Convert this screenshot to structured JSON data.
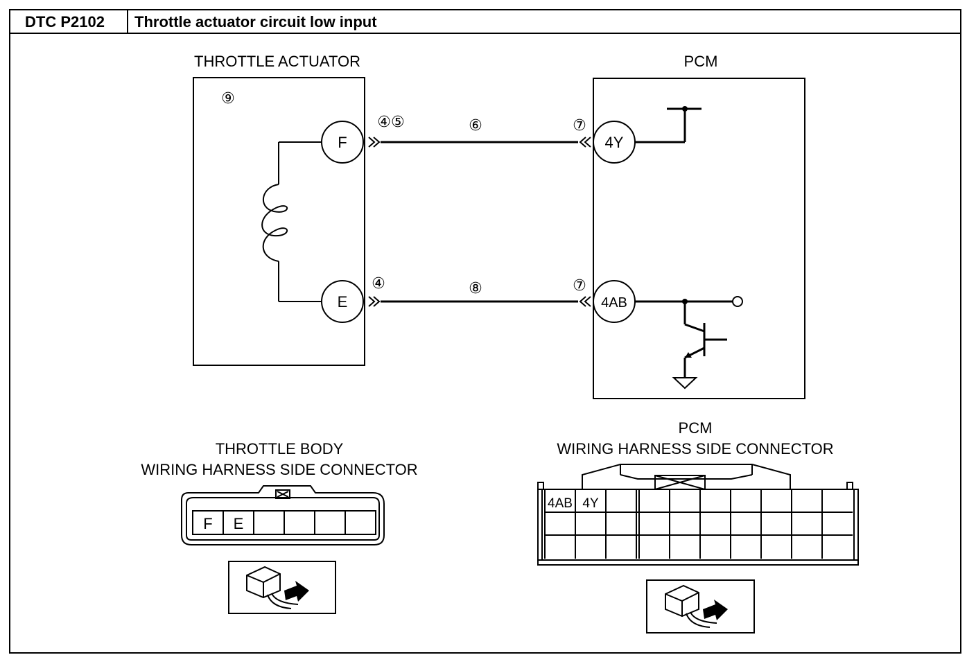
{
  "header": {
    "code": "DTC P2102",
    "title": "Throttle actuator circuit low input"
  },
  "throttle_actuator": {
    "title": "THROTTLE ACTUATOR",
    "callout": "⑨",
    "terminal_top": "F",
    "terminal_bottom": "E"
  },
  "pcm": {
    "title": "PCM",
    "terminal_top": "4Y",
    "terminal_bottom": "4AB"
  },
  "wires": {
    "top_left_callout": "④⑤",
    "top_mid_callout": "⑥",
    "top_right_callout": "⑦",
    "bottom_left_callout": "④",
    "bottom_mid_callout": "⑧",
    "bottom_right_callout": "⑦"
  },
  "throttle_body_connector": {
    "title_line1": "THROTTLE BODY",
    "title_line2": "WIRING HARNESS SIDE CONNECTOR",
    "pins": [
      "F",
      "E",
      "",
      "",
      "",
      ""
    ]
  },
  "pcm_connector": {
    "title_line1": "PCM",
    "title_line2": "WIRING HARNESS SIDE CONNECTOR",
    "pin_labels": [
      "4AB",
      "4Y"
    ]
  }
}
